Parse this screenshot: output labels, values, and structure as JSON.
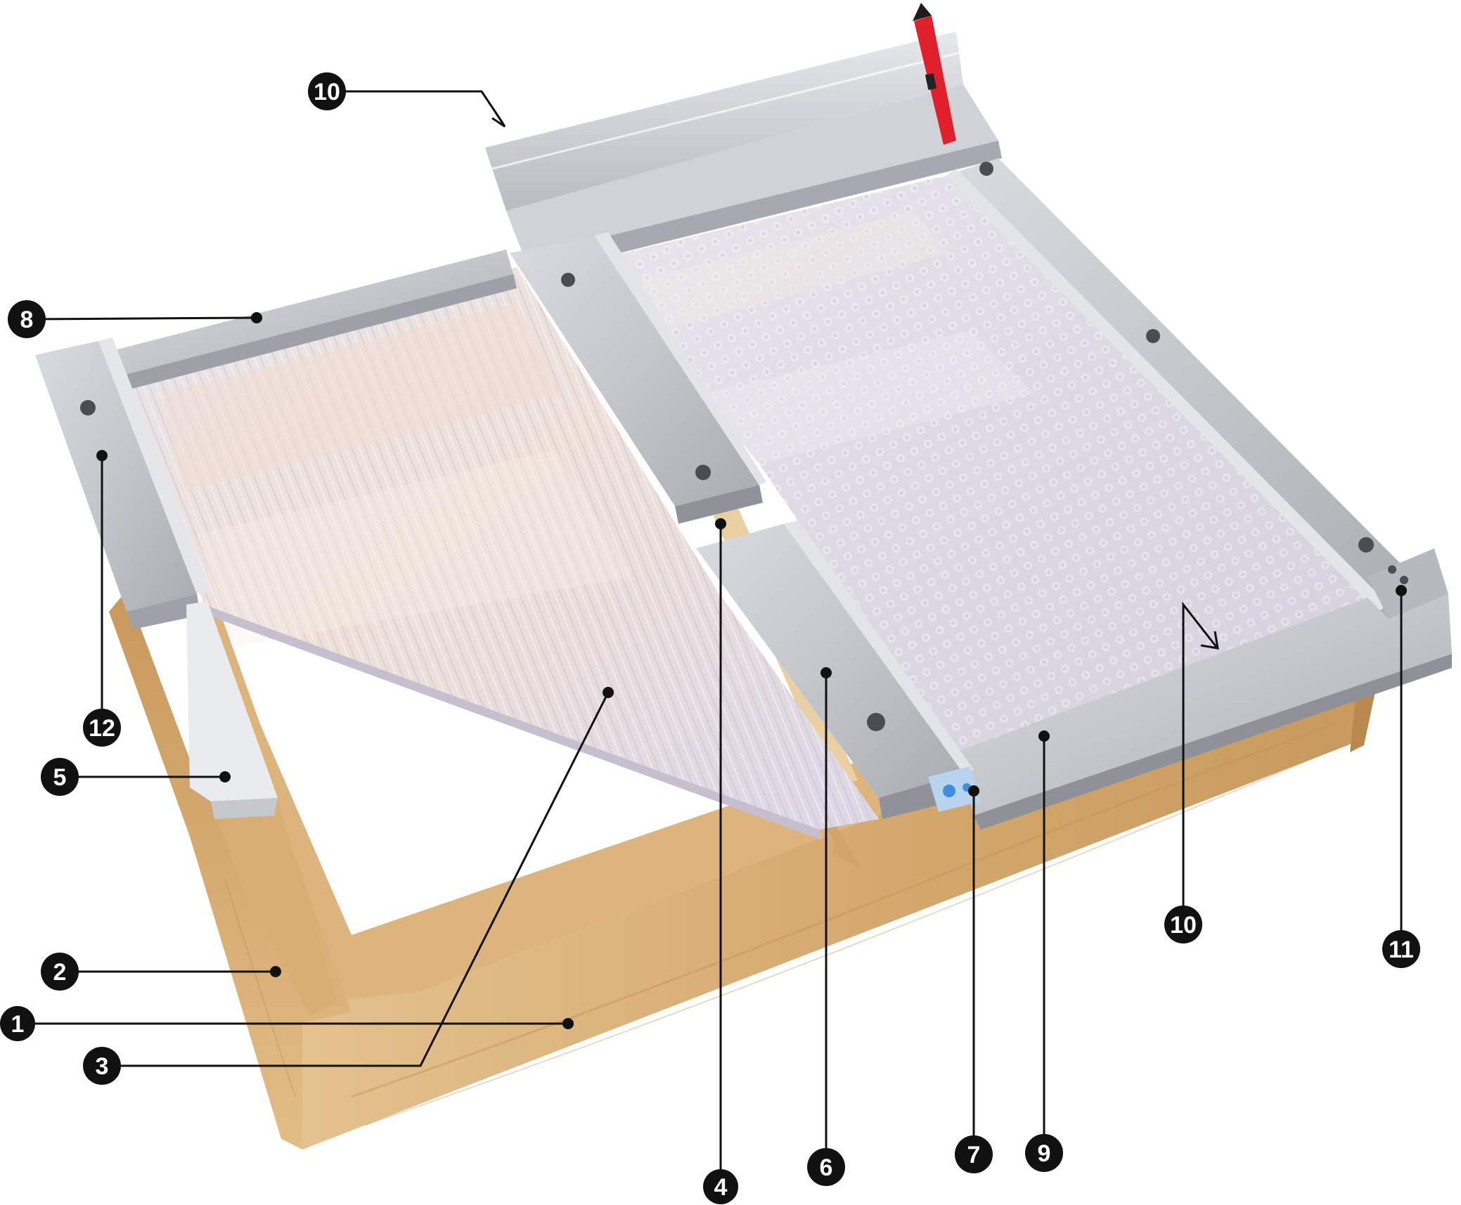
{
  "diagram": {
    "callouts": [
      {
        "id": "c1",
        "label": "1"
      },
      {
        "id": "c2",
        "label": "2"
      },
      {
        "id": "c3",
        "label": "3"
      },
      {
        "id": "c4",
        "label": "4"
      },
      {
        "id": "c5",
        "label": "5"
      },
      {
        "id": "c6",
        "label": "6"
      },
      {
        "id": "c7",
        "label": "7"
      },
      {
        "id": "c8",
        "label": "8"
      },
      {
        "id": "c9",
        "label": "9"
      },
      {
        "id": "c10a",
        "label": "10"
      },
      {
        "id": "c10b",
        "label": "10"
      },
      {
        "id": "c11",
        "label": "11"
      },
      {
        "id": "c12",
        "label": "12"
      }
    ],
    "colors": {
      "wood_light": "#e2bf8a",
      "wood_mid": "#d2a66c",
      "wood_dark": "#b98a52",
      "aluminium": "#c7cace",
      "aluminium_dark": "#9ea2a8",
      "panel": "#ece8f0",
      "pen_red": "#e0202a",
      "badge": "#111111"
    }
  }
}
